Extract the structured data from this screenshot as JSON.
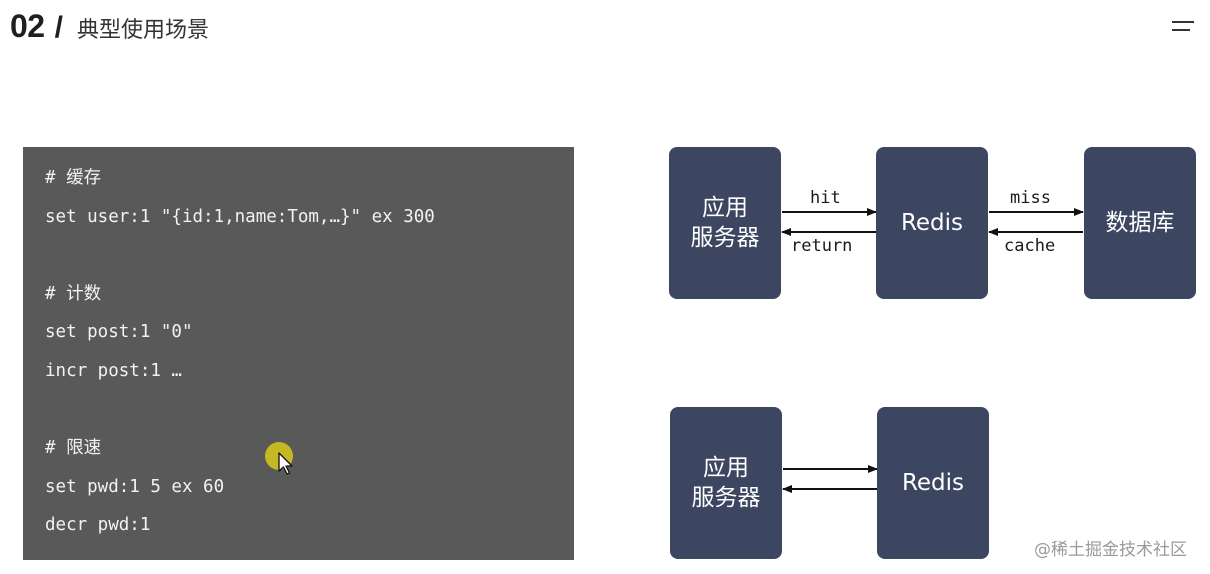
{
  "header": {
    "number": "02",
    "slash": "/",
    "title": "典型使用场景"
  },
  "code": {
    "lines": [
      "# 缓存",
      "set user:1 \"{id:1,name:Tom,…}\" ex 300",
      "",
      "# 计数",
      "set post:1 \"0\"",
      "incr post:1 …",
      "",
      "# 限速",
      "set pwd:1 5 ex 60",
      "decr pwd:1"
    ]
  },
  "diagram1": {
    "app_server": "应用\n服务器",
    "redis": "Redis",
    "database": "数据库",
    "hit": "hit",
    "return": "return",
    "miss": "miss",
    "cache": "cache"
  },
  "diagram2": {
    "app_server": "应用\n服务器",
    "redis": "Redis"
  },
  "watermark": "@稀土掘金技术社区",
  "colors": {
    "box": "#3c4661",
    "code_bg": "#595959",
    "cursor_highlight": "#d9c91a"
  },
  "icons": {
    "menu": "menu-icon",
    "cursor": "mouse-pointer-icon"
  }
}
